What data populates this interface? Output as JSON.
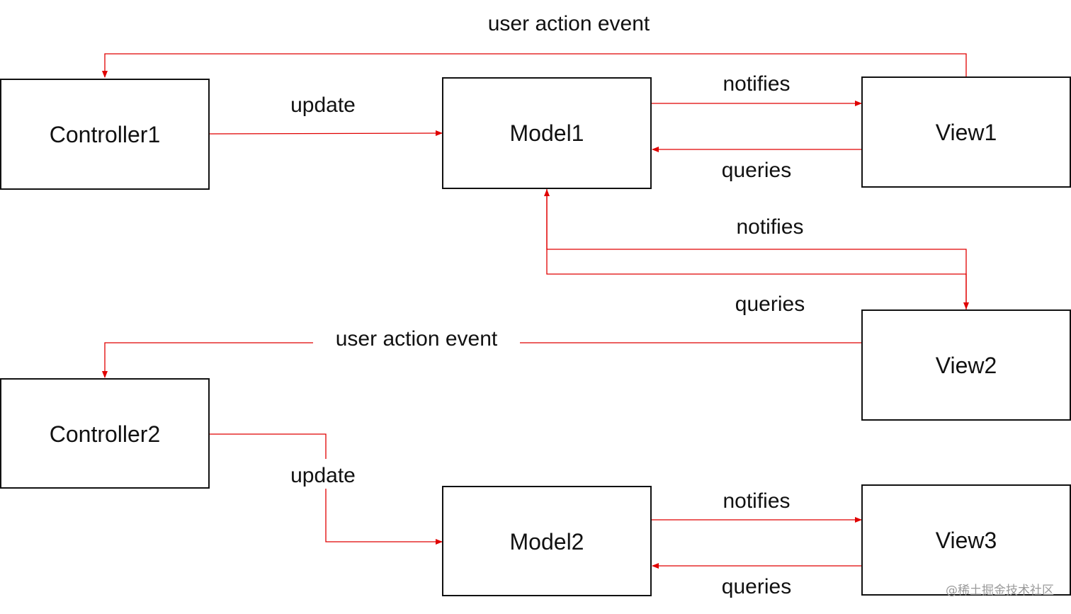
{
  "nodes": {
    "controller1": "Controller1",
    "model1": "Model1",
    "view1": "View1",
    "view2": "View2",
    "controller2": "Controller2",
    "model2": "Model2",
    "view3": "View3"
  },
  "edges": {
    "view1_to_controller1": "user action event",
    "controller1_to_model1": "update",
    "model1_to_view1": "notifies",
    "view1_to_model1": "queries",
    "model1_to_view2": "notifies",
    "view2_to_model1": "queries",
    "view2_to_controller2": "user action event",
    "controller2_to_model2": "update",
    "model2_to_view3": "notifies",
    "view3_to_model2": "queries"
  },
  "watermark": "@稀土掘金技术社区",
  "colors": {
    "edge": "#e00000",
    "box_border": "#111111"
  }
}
